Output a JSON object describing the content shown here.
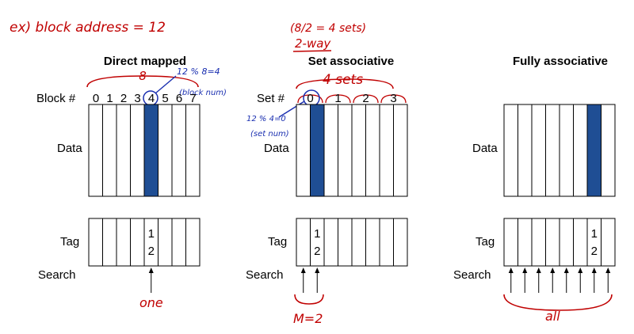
{
  "annotations": {
    "example": "ex) block address = 12",
    "sets_calc": "(8/2 = 4 sets)",
    "two_way": "2-way",
    "dm_count": "8",
    "dm_mod": "12 % 8=4",
    "dm_mod_note": "(block num)",
    "sa_count": "4 sets",
    "sa_mod": "12 % 4=0",
    "sa_mod_note": "(set num)",
    "dm_search_note": "one",
    "sa_search_note": "M=2",
    "fa_search_note": "all"
  },
  "diagrams": {
    "direct": {
      "title": "Direct mapped",
      "index_label": "Block #",
      "indices": [
        "0",
        "1",
        "2",
        "3",
        "4",
        "5",
        "6",
        "7"
      ],
      "data_label": "Data",
      "tag_label": "Tag",
      "tag_digits": [
        "1",
        "2"
      ],
      "search_label": "Search"
    },
    "set": {
      "title": "Set associative",
      "index_label": "Set #",
      "indices": [
        "0",
        "1",
        "2",
        "3"
      ],
      "data_label": "Data",
      "tag_label": "Tag",
      "tag_digits": [
        "1",
        "2"
      ],
      "search_label": "Search"
    },
    "fully": {
      "title": "Fully associative",
      "data_label": "Data",
      "tag_label": "Tag",
      "tag_digits": [
        "1",
        "2"
      ],
      "search_label": "Search"
    }
  },
  "colors": {
    "highlight": "#1f4e94",
    "ink": "#c00000",
    "pen": "#1a2fb0",
    "line": "#000000"
  }
}
